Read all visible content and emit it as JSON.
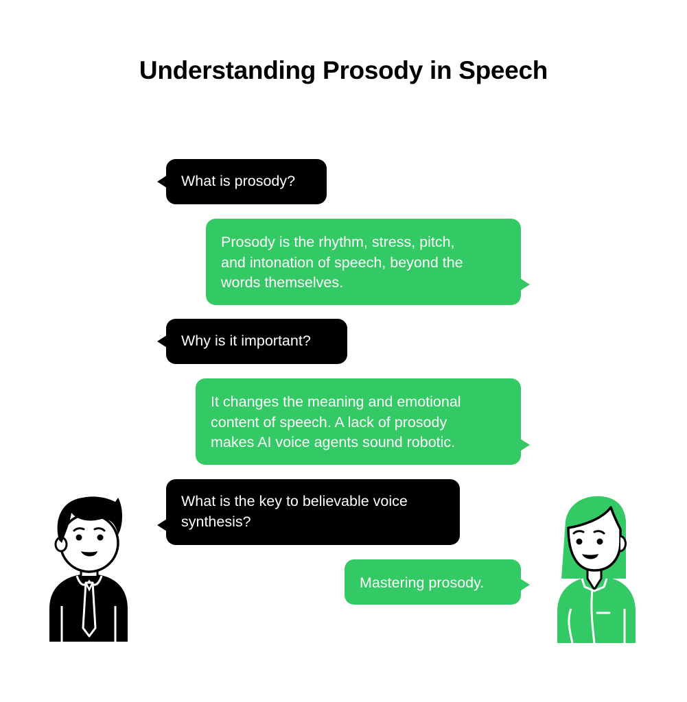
{
  "title": "Understanding Prosody in Speech",
  "colors": {
    "question_bubble": "#000000",
    "answer_bubble": "#33c964",
    "bubble_text": "#ffffff",
    "title_text": "#000000"
  },
  "conversation": [
    {
      "speaker": "man",
      "type": "question",
      "lines": [
        "What is prosody?"
      ]
    },
    {
      "speaker": "woman",
      "type": "answer",
      "lines": [
        "Prosody is the rhythm, stress, pitch,",
        "and intonation of speech, beyond the",
        "words themselves."
      ]
    },
    {
      "speaker": "man",
      "type": "question",
      "lines": [
        "Why is it important?"
      ]
    },
    {
      "speaker": "woman",
      "type": "answer",
      "lines": [
        "It changes the meaning and emotional",
        "content of speech. A lack of prosody",
        "makes AI voice agents sound robotic."
      ]
    },
    {
      "speaker": "man",
      "type": "question",
      "lines": [
        "What is the key to believable voice",
        "synthesis?"
      ]
    },
    {
      "speaker": "woman",
      "type": "answer",
      "lines": [
        "Mastering prosody."
      ]
    }
  ],
  "characters": {
    "left": {
      "icon": "man-with-tie-avatar-icon",
      "color": "#000000"
    },
    "right": {
      "icon": "woman-avatar-icon",
      "color": "#33c964"
    }
  }
}
